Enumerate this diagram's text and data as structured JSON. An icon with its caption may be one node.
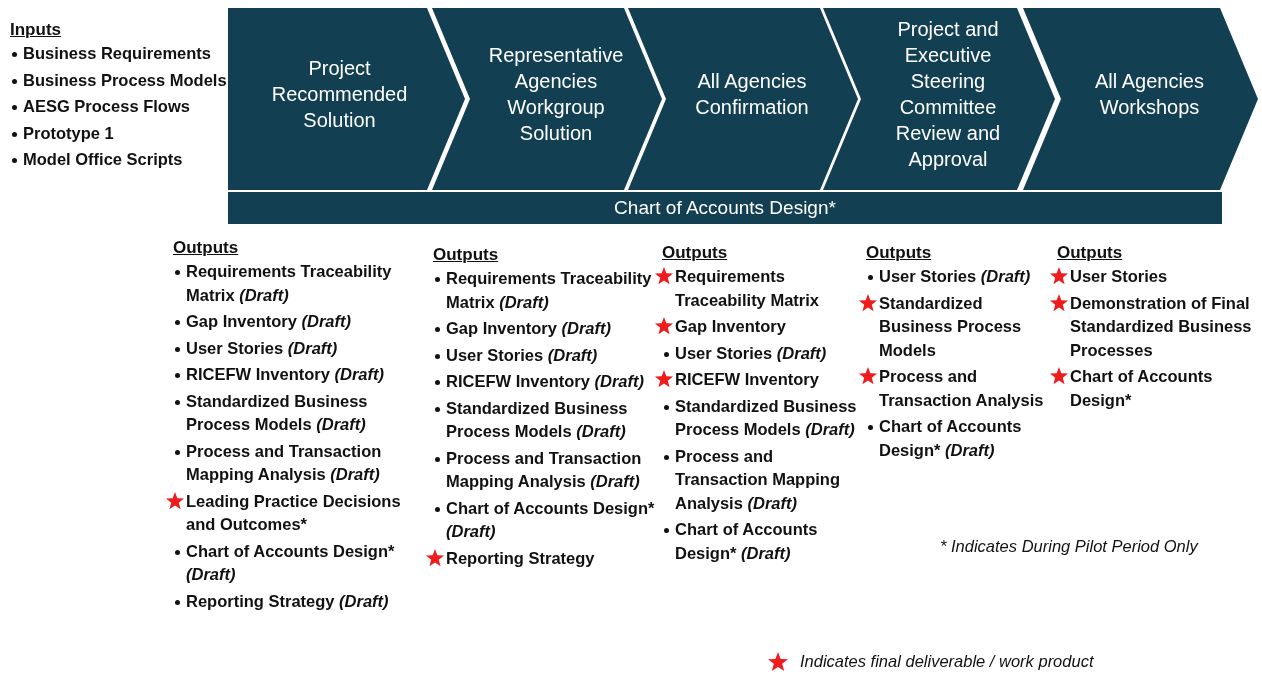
{
  "diagram": {
    "nodes": [
      {
        "text": [
          "Project Recommended Solution"
        ]
      },
      {
        "text": [
          "Representative Agencies Workgroup Solution"
        ]
      },
      {
        "text": [
          "All Agencies Confirmation"
        ]
      },
      {
        "text": [
          "Project and Executive Steering Committee Review and Approval"
        ]
      },
      {
        "text": [
          "All Agencies Workshops"
        ]
      },
      {
        "text": [
          "Chart of Accounts Design*"
        ]
      }
    ],
    "labels": [
      "Inputs",
      "Business Requirements",
      "Business Process Models",
      "AESG Process Flows",
      "Prototype 1",
      "Model Office Scripts",
      "Outputs",
      "Requirements Traceability Matrix *(Draft)*",
      "Gap Inventory *(Draft)*",
      "User Stories *(Draft)*",
      "RICEFW Inventory *(Draft)*",
      "Standardized Business Process Models *(Draft)*",
      "Process and Transaction Mapping Analysis *(Draft)*",
      "Leading Practice Decisions and Outcomes*",
      "Chart of Accounts Design* *(Draft)*",
      "Reporting Strategy *(Draft)*",
      "Outputs",
      "Requirements Traceability Matrix *(Draft)*",
      "Gap Inventory *(Draft)*",
      "User Stories *(Draft)*",
      "RICEFW Inventory *(Draft)*",
      "Standardized Business Process Models *(Draft)*",
      "Process and Transaction Mapping Analysis *(Draft)*",
      "Chart of Accounts Design* *(Draft)*",
      "Reporting Strategy",
      "Outputs",
      "Requirements Traceability Matrix",
      "Gap Inventory",
      "User Stories *(Draft)*",
      "RICEFW Inventory",
      "Standardized Business Process Models *(Draft)*",
      "Process and Transaction Mapping Analysis *(Draft)*",
      "Chart of Accounts Design* *(Draft)*",
      "Outputs",
      "User Stories *(Draft)*",
      "Standardized Business Process Models",
      "Process and Transaction Analysis",
      "Chart of Accounts Design* *(Draft)*",
      "Outputs",
      "User Stories",
      "Demonstration of Final Standardized Business Processes",
      "Chart of Accounts Design*",
      "* Indicates During Pilot Period Only"
    ],
    "legend": [
      {
        "text": "Indicates final deliverable / work product"
      }
    ]
  }
}
